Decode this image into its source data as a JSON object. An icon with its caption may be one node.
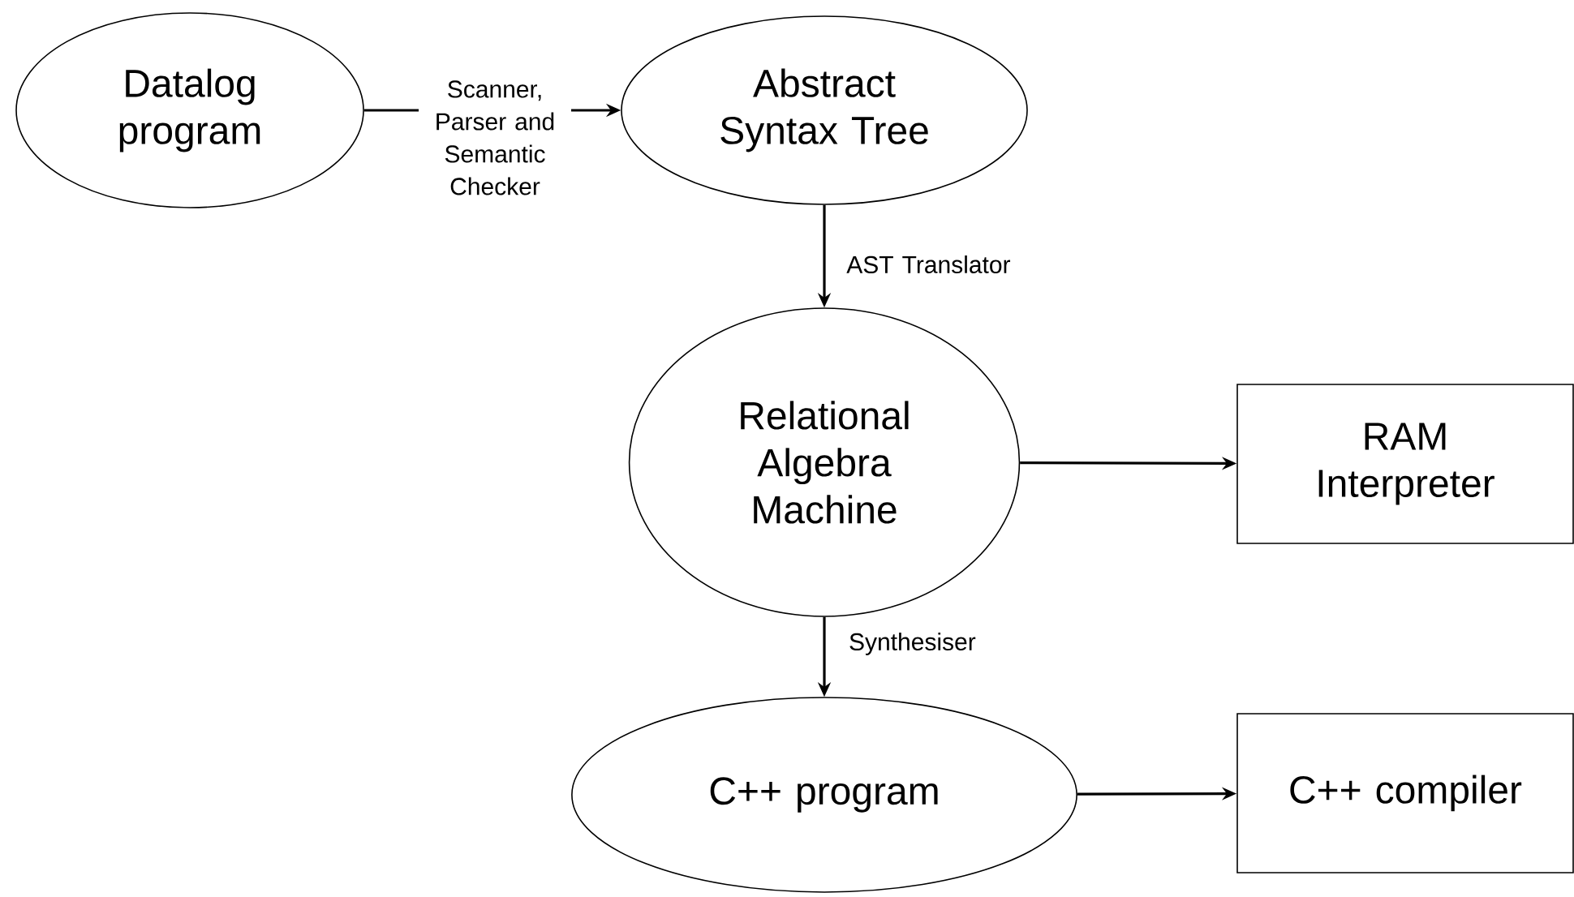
{
  "diagram": {
    "nodes": [
      {
        "text": [
          "Datalog program"
        ]
      },
      {
        "text": [
          "Abstract Syntax Tree"
        ]
      },
      {
        "text": [
          "Relational Algebra Machine"
        ]
      },
      {
        "text": [
          "RAM Interpreter"
        ]
      },
      {
        "text": [
          "C++ program"
        ]
      },
      {
        "text": [
          "C++ compiler"
        ]
      }
    ],
    "edges": [
      {
        "from": 0,
        "to": 1,
        "arrow": "to",
        "label": "Scanner, Parser and Semantic Checker"
      },
      {
        "from": 1,
        "to": 2,
        "arrow": "to",
        "label": "AST Translator"
      },
      {
        "from": 2,
        "to": 3,
        "arrow": "to"
      },
      {
        "from": 2,
        "to": 4,
        "arrow": "to",
        "label": "Synthesiser"
      },
      {
        "from": 4,
        "to": 5,
        "arrow": "to"
      }
    ]
  }
}
